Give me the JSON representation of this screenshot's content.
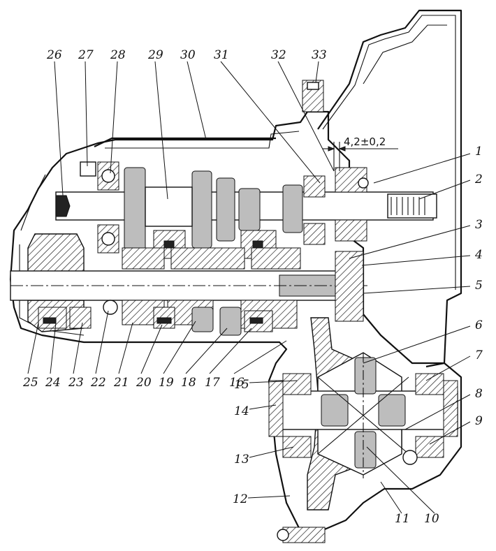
{
  "callouts": [
    {
      "label": "1"
    },
    {
      "label": "2"
    },
    {
      "label": "3"
    },
    {
      "label": "4"
    },
    {
      "label": "5"
    },
    {
      "label": "6"
    },
    {
      "label": "7"
    },
    {
      "label": "8"
    },
    {
      "label": "9"
    },
    {
      "label": "10"
    },
    {
      "label": "11"
    },
    {
      "label": "12"
    },
    {
      "label": "13"
    },
    {
      "label": "14"
    },
    {
      "label": "15"
    },
    {
      "label": "16"
    },
    {
      "label": "17"
    },
    {
      "label": "18"
    },
    {
      "label": "19"
    },
    {
      "label": "20"
    },
    {
      "label": "21"
    },
    {
      "label": "22"
    },
    {
      "label": "23"
    },
    {
      "label": "24"
    },
    {
      "label": "25"
    },
    {
      "label": "26"
    },
    {
      "label": "27"
    },
    {
      "label": "28"
    },
    {
      "label": "29"
    },
    {
      "label": "30"
    },
    {
      "label": "31"
    },
    {
      "label": "32"
    },
    {
      "label": "33"
    }
  ],
  "dimension": {
    "text": "4,2±0,2"
  }
}
